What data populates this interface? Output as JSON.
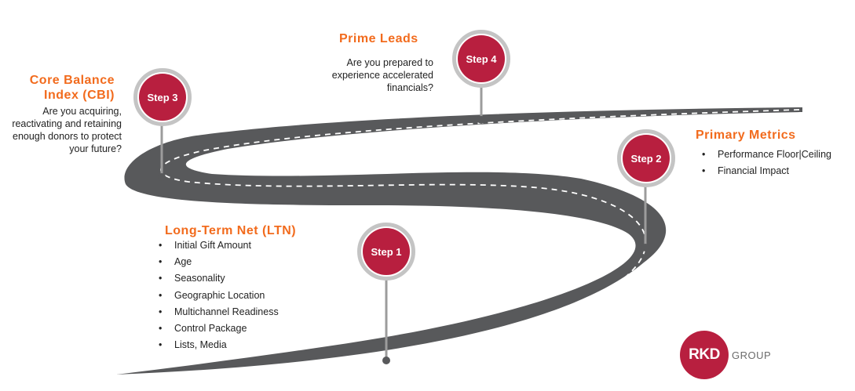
{
  "step1": {
    "label": "Step 1",
    "heading": "Long-Term Net (LTN)",
    "items": [
      "Initial Gift Amount",
      "Age",
      "Seasonality",
      "Geographic Location",
      "Multichannel Readiness",
      "Control Package",
      "Lists, Media"
    ]
  },
  "step2": {
    "label": "Step 2",
    "heading": "Primary Metrics",
    "items": [
      "Performance Floor|Ceiling",
      "Financial Impact"
    ]
  },
  "step3": {
    "label": "Step 3",
    "heading_line1": "Core Balance",
    "heading_line2": "Index (CBI)",
    "desc_lines": [
      "Are you acquiring,",
      "reactivating and retaining",
      "enough donors to protect",
      "your future?"
    ]
  },
  "step4": {
    "label": "Step 4",
    "heading": "Prime Leads",
    "desc_lines": [
      "Are you prepared to",
      "experience accelerated",
      "financials?"
    ]
  },
  "logo": {
    "mark": "RKD",
    "word": "GROUP"
  },
  "colors": {
    "heading": "#f26b1d",
    "step_fill": "#b81f3f",
    "step_ring": "#c4c4c4",
    "road": "#58595b",
    "stem": "#9c9c9c"
  }
}
